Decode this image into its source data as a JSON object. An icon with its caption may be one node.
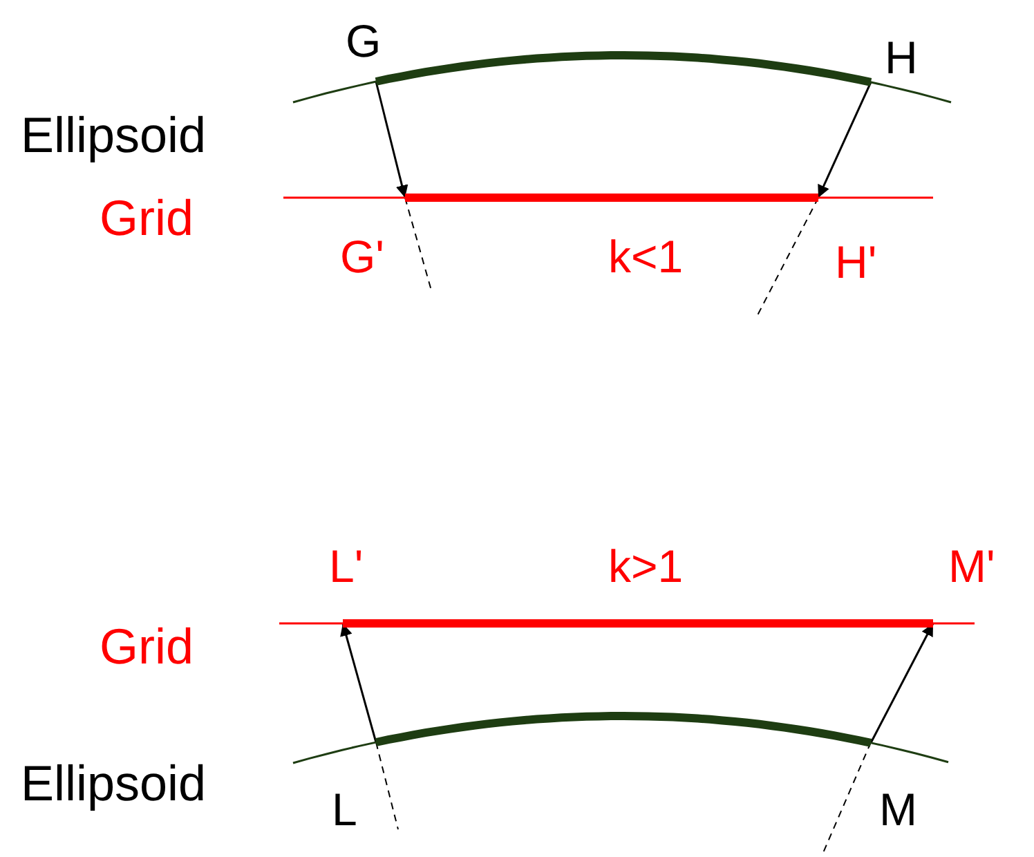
{
  "diagram": {
    "nodes": [
      {
        "text": [
          "Ellipsoid"
        ]
      },
      {
        "text": [
          "Grid"
        ]
      },
      {
        "text": [
          "Grid"
        ]
      },
      {
        "text": [
          "Ellipsoid"
        ]
      }
    ],
    "edges": [
      {
        "from": 0,
        "to": 1,
        "arrow": "to"
      },
      {
        "from": 0,
        "to": 1,
        "arrow": "to"
      },
      {
        "from": 3,
        "to": 2,
        "arrow": "to"
      },
      {
        "from": 3,
        "to": 2,
        "arrow": "to"
      }
    ],
    "labels": [
      "G",
      "H",
      "G'",
      "k<1",
      "H'",
      "L'",
      "k>1",
      "M'",
      "L",
      "M"
    ]
  }
}
